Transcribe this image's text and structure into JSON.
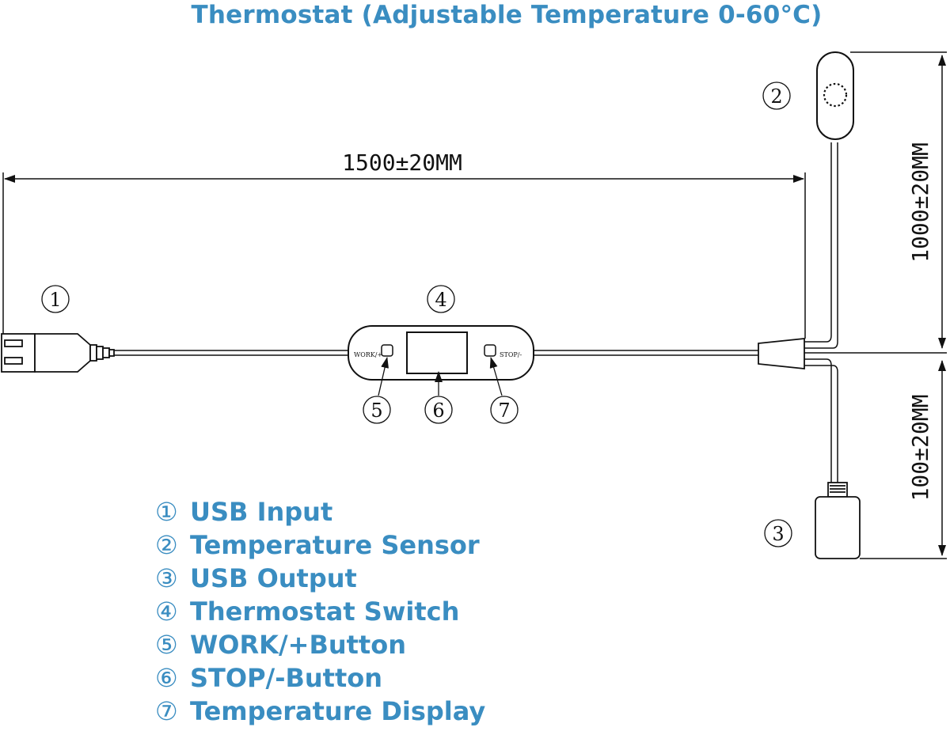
{
  "title": "Thermostat (Adjustable Temperature 0-60°C)",
  "dimensions": {
    "cable_length": "1500±20MM",
    "sensor_cable": "1000±20MM",
    "output_cable": "100±20MM"
  },
  "callouts": [
    "1",
    "2",
    "3",
    "4",
    "5",
    "6",
    "7"
  ],
  "switch_labels": {
    "work": "WORK/+",
    "stop": "STOP/-"
  },
  "legend": [
    {
      "num": "①",
      "label": "USB Input"
    },
    {
      "num": "②",
      "label": "Temperature Sensor"
    },
    {
      "num": "③",
      "label": "USB Output"
    },
    {
      "num": "④",
      "label": "Thermostat Switch"
    },
    {
      "num": "⑤",
      "label": "WORK/+Button"
    },
    {
      "num": "⑥",
      "label": "STOP/-Button"
    },
    {
      "num": "⑦",
      "label": "Temperature Display"
    }
  ],
  "colors": {
    "accent": "#3a8dc1",
    "line": "#111111"
  }
}
